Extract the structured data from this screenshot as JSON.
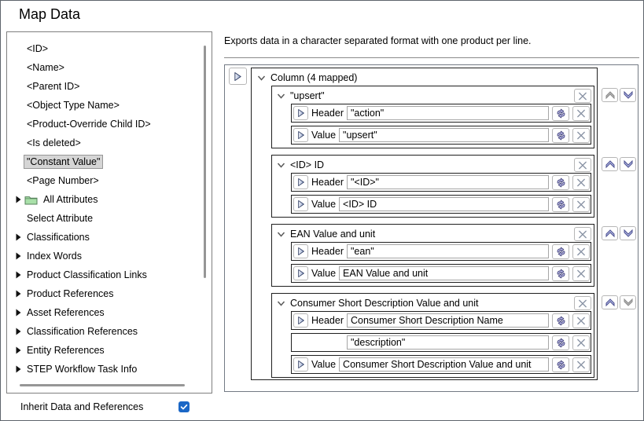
{
  "window": {
    "title": "Map Data"
  },
  "left_panel": {
    "items": [
      {
        "label": "<ID>"
      },
      {
        "label": "<Name>"
      },
      {
        "label": "<Parent ID>"
      },
      {
        "label": "<Object Type Name>"
      },
      {
        "label": "<Product-Override Child ID>"
      },
      {
        "label": "<Is deleted>"
      },
      {
        "label": "\"Constant Value\"",
        "selected": true
      },
      {
        "label": "<Page Number>"
      },
      {
        "label": "All Attributes",
        "expander": true,
        "folder": true
      },
      {
        "label": "Select Attribute"
      },
      {
        "label": "Classifications",
        "expander": true
      },
      {
        "label": "Index Words",
        "expander": true
      },
      {
        "label": "Product Classification Links",
        "expander": true
      },
      {
        "label": "Product References",
        "expander": true
      },
      {
        "label": "Asset References",
        "expander": true
      },
      {
        "label": "Classification References",
        "expander": true
      },
      {
        "label": "Entity References",
        "expander": true
      },
      {
        "label": "STEP Workflow Task Info",
        "expander": true
      }
    ],
    "footer": {
      "label": "Inherit Data and References",
      "checked": true
    }
  },
  "right_panel": {
    "description": "Exports data in a character separated format with one product per line.",
    "root_label": "Column (4 mapped)",
    "groups": [
      {
        "title": "\"upsert\"",
        "up_enabled": false,
        "down_enabled": true,
        "rows": [
          {
            "label": "Header",
            "value": "\"action\""
          },
          {
            "label": "Value",
            "value": "\"upsert\""
          }
        ]
      },
      {
        "title": "<ID> ID",
        "up_enabled": true,
        "down_enabled": true,
        "rows": [
          {
            "label": "Header",
            "value": "\"<ID>\""
          },
          {
            "label": "Value",
            "value": "<ID> ID"
          }
        ]
      },
      {
        "title": "EAN Value and unit",
        "up_enabled": true,
        "down_enabled": true,
        "rows": [
          {
            "label": "Header",
            "value": "\"ean\""
          },
          {
            "label": "Value",
            "value": "EAN Value and unit"
          }
        ]
      },
      {
        "title": "Consumer Short Description Value and unit",
        "up_enabled": true,
        "down_enabled": false,
        "rows": [
          {
            "label": "Header",
            "value": "Consumer Short Description Name"
          },
          {
            "label": "",
            "value": "\"description\""
          },
          {
            "label": "Value",
            "value": "Consumer Short Description Value and unit"
          }
        ]
      }
    ]
  },
  "icons": {
    "expand": "triangle-right",
    "folder": "green-folder",
    "collapse": "chevron-down",
    "run": "play-triangle",
    "transform": "transform-arrows",
    "remove": "x-cross",
    "move_up": "chevron-up",
    "move_down": "chevron-down"
  },
  "colors": {
    "checkbox_accent": "#1b67c6",
    "icon_purple": "#b9b9e6",
    "selection_bg": "#d5d5d5"
  }
}
